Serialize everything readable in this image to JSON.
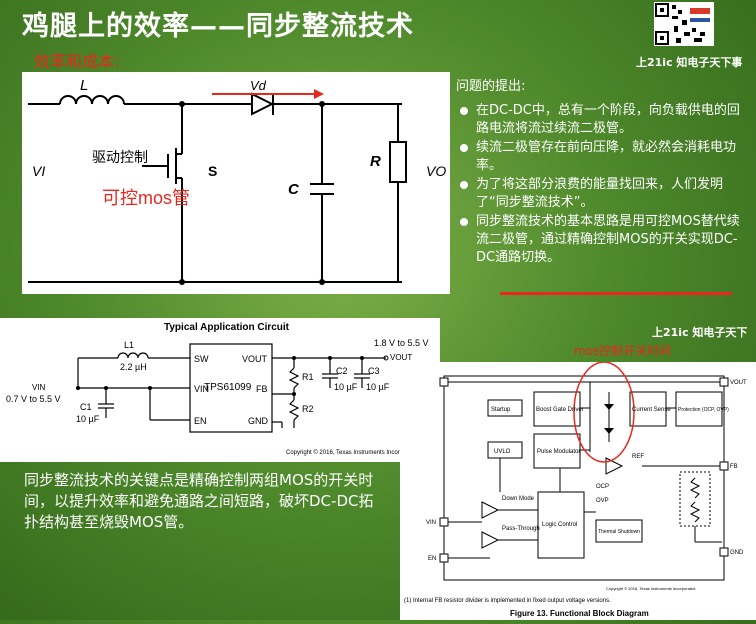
{
  "slide": {
    "title": "鸡腿上的效率——同步整流技术",
    "subtitle": "效率和成本:",
    "brand_top": "上21ic 知电子天下事",
    "brand_mid": "上21ic 知电子天下"
  },
  "top_circuit": {
    "label_L": "L",
    "label_Vd": "Vd",
    "label_VI": "VI",
    "label_drive": "驱动控制",
    "label_S": "S",
    "label_C": "C",
    "label_R": "R",
    "label_VO": "VO",
    "annotation_mos": "可控mos管"
  },
  "problem": {
    "heading": "问题的提出:",
    "bullets": [
      "在DC-DC中，总有一个阶段，向负载供电的回路电流将流过续流二极管。",
      "续流二极管存在前向压降，就必然会消耗电功率。",
      "为了将这部分浪费的能量找回来，人们发明了“同步整流技术”。",
      "同步整流技术的基本思路是用可控MOS替代续流二极管，通过精确控制MOS的开关实现DC-DC通路切换。"
    ]
  },
  "app_circuit": {
    "title": "Typical Application Circuit",
    "l1": "L1",
    "l1_value": "2.2 µH",
    "vin": "VIN",
    "vin_range": "0.7 V to 5.5 V",
    "c1": "C1",
    "c1_value": "10 µF",
    "vout_range": "1.8 V to 5.5 V",
    "vout": "VOUT",
    "ic_name": "TPS61099",
    "pins": [
      "SW",
      "VIN",
      "EN",
      "VOUT",
      "FB",
      "GND"
    ],
    "r1": "R1",
    "r2": "R2",
    "c2": "C2",
    "c2_value": "10 µF",
    "c3": "C3",
    "c3_value": "10 µF",
    "copyright": "Copyright © 2016, Texas Instruments Incorporated"
  },
  "conclusion": {
    "text": "同步整流技术的关键点是精确控制两组MOS的开关时间，以提升效率和避免通路之间短路，破坏DC-DC拓扑结构甚至烧毁MOS管。"
  },
  "block_diagram": {
    "annotation": "mos控制开关时间",
    "blocks": {
      "startup": "Startup",
      "boost_gate_driver": "Boost Gate Driver",
      "current_sense": "Current Sense",
      "protection": "Protection (OCP, OVP)",
      "uvlo": "UVLO",
      "pulse_modulator": "Pulse Modulator",
      "down_mode": "Down Mode",
      "pass_through": "Pass-Through",
      "logic_control": "Logic Control",
      "thermal_shutdown": "Thermal Shutdown"
    },
    "signals": [
      "REF",
      "OCP",
      "OVP"
    ],
    "pins": [
      "VIN",
      "EN",
      "VOUT",
      "FB",
      "GND"
    ],
    "footnote": "(1)   Internal FB resistor divider is implemented in fixed output voltage versions.",
    "copyright": "Copyright © 2016, Texas Instruments Incorporated",
    "caption": "Figure 13.  Functional Block Diagram"
  },
  "colors": {
    "accent_red": "#e8281e",
    "background_green": "#4f8a2c",
    "text_white": "#ffffff"
  }
}
